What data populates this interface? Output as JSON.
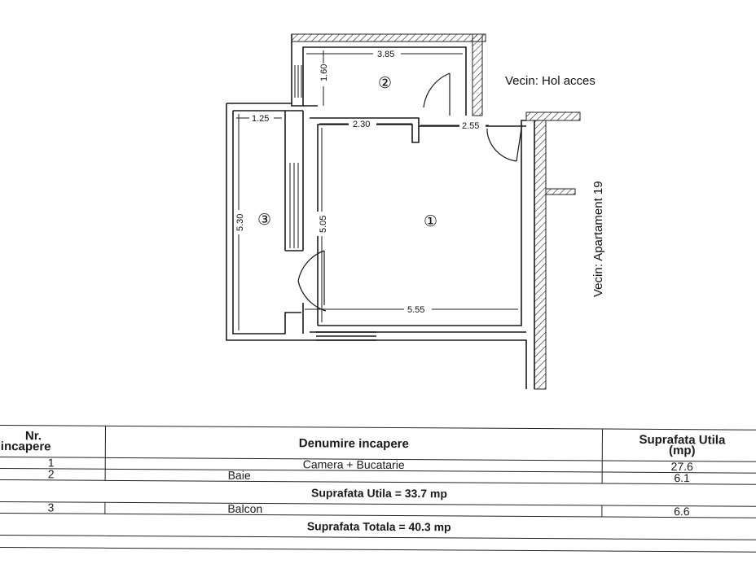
{
  "plan": {
    "neighbors": {
      "top_right": "Vecin: Hol acces",
      "right": "Vecin: Apartament 19"
    },
    "rooms": [
      {
        "number": "①"
      },
      {
        "number": "②"
      },
      {
        "number": "③"
      }
    ],
    "dimensions": {
      "bath_width": "3.85",
      "bath_depth": "1.60",
      "balcony_top": "1.25",
      "room_top_left": "2.30",
      "room_top_right": "2.55",
      "balcony_length": "5.30",
      "room_depth": "5.05",
      "room_width": "5.55"
    }
  },
  "table": {
    "headers": {
      "nr_line1": "Nr.",
      "nr_line2": "incapere",
      "name": "Denumire incapere",
      "area_line1": "Suprafata Utila",
      "area_line2": "(mp)"
    },
    "rows": [
      {
        "nr": "1",
        "name": "Camera + Bucatarie",
        "area": "27.6"
      },
      {
        "nr": "2",
        "name": "Baie",
        "area": "6.1"
      }
    ],
    "subtotal": "Suprafata Utila = 33.7 mp",
    "balcony_row": {
      "nr": "3",
      "name": "Balcon",
      "area": "6.6"
    },
    "total": "Suprafata Totala = 40.3 mp"
  }
}
